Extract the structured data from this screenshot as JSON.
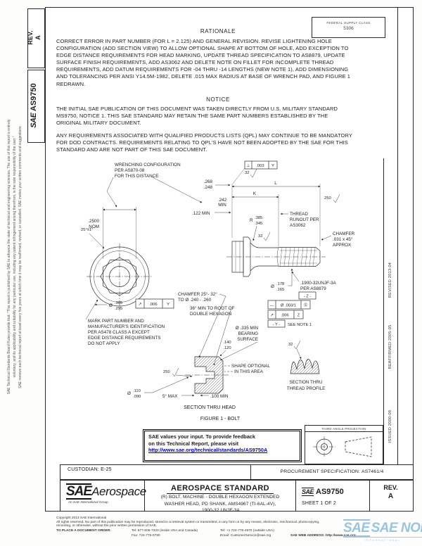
{
  "fsc": {
    "label": "FEDERAL SUPPLY CLASS",
    "value": "5306"
  },
  "margins": {
    "left_line1": "SAE Technical Standards Board Rules provide that: \"This report is published by SAE to advance the state of technical and engineering sciences. The use of this report is entirely",
    "left_line2": "voluntary, and its applicability and suitability for any particular use, including any patent infringement arising therefrom, is the sole responsibility of the user.\"",
    "left_line3": "SAE reviews each technical report at least every five years at which time it may be reaffirmed, revised, or cancelled. SAE invites your written comments and suggestions.",
    "rev_label": "REV.",
    "rev_value": "A",
    "sae": "SAE",
    "doc": "AS9750",
    "revised": "REVISED 2013-04",
    "reaffirmed": "REAFFIRMED 2005-05",
    "issued": "ISSUED 2000-08"
  },
  "rationale": {
    "heading": "RATIONALE",
    "body": "CORRECT ERROR IN PART NUMBER (FOR L = 2.125) AND GENERAL REVISION.  REVISE LIGHTENING HOLE CONFIGURATION (ADD SECTION VIEW) TO ALLOW OPTIONAL SHAPE AT BOTTOM OF HOLE, ADD EXCEPTION TO EDGE DISTANCE REQUIREMENTS FOR HEAD MARKING, UPDATE THREAD SPECIFICATION TO AS8879, UPDATE SURFACE FINISH REQUIREMENTS, ADD AS3062 AND DELETE NOTE ON FILLET FOR INCOMPLETE THREAD REQUIREMENTS, ADD DATUM REQUIREMENTS FOR -04 THRU -14 LENGTHS (NEW NOTE 1), ADD DIMENSIONING AND TOLERANCING PER ANSI Y14.5M-1982, DELETE .015 MAX RADIUS AT BASE OF WRENCH PAD, AND FIGURE 1 REDRAWN."
  },
  "notice": {
    "heading": "NOTICE",
    "para1": "THE INITIAL SAE PUBLICATION OF THIS DOCUMENT WAS TAKEN DIRECTLY FROM U.S. MILITARY STANDARD MS9750, NOTICE 1.  THIS SAE STANDARD MAY RETAIN THE SAME PART NUMBERS ESTABLISHED BY THE ORIGINAL MILITARY DOCUMENT.",
    "para2": "ANY REQUIREMENTS ASSOCIATED WITH QUALIFIED PRODUCTS LISTS (QPL) MAY CONTINUE TO BE MANDATORY FOR DOD CONTRACTS.  REQUIREMENTS RELATING TO QPL'S HAVE NOT BEEN ADOPTED BY THE SAE FOR THIS STANDARD AND ARE NOT PART OF THIS SAE DOCUMENT."
  },
  "figure": {
    "labels": {
      "wrench1": "WRENCHING CONFIGURATION",
      "wrench2": "PER AS870-08",
      "wrench3": "FOR THIS DISTANCE",
      "d2500_top": ".2500",
      "d2500_bot": "NOM",
      "angle25": "25°±1°",
      "dia305_pre": "Ø",
      "dia305_top": ".305",
      "dia305_bot": ".295",
      "mark1": "MARK PART NUMBER AND",
      "mark2": "MANUFACTURER'S IDENTIFICATION",
      "mark3": "PER AS478 CLASS A EXCEPT",
      "mark4": "EDGE DISTANCE REQUIREMENTS",
      "mark5": "DO NOT APPLY",
      "fin32": "32",
      "fin250": "250",
      "fcf_perp_sym": "⊥",
      "fcf_perp_val": ".003",
      "fcf_perp_datum": "Y",
      "fcf_ro1_sym": "↗",
      "fcf_ro1_val": ".006",
      "fcf_ro1_datum": "Y",
      "fcf_str_sym": "—",
      "fcf_str_val": "Ø .003/1",
      "fcf_str_mod": "Ⓢ",
      "fcf_ro2_sym": "↗",
      "fcf_ro2_val": ".006",
      "fcf_ro2_datum": "Z",
      "datum_y": "- Y -",
      "see_note": "SEE NOTE 1",
      "datum_z": "- Z -",
      "d268_top": ".268",
      "d268_bot": ".248",
      "d242_top": ".242",
      "d242_bot": "MIN",
      "d122": ".122 MIN",
      "dimL": "L",
      "dimK": "K",
      "runout1": "THREAD",
      "runout2": "RUNOUT PER",
      "runout3": "AS3062",
      "cham1": "CHAMFER",
      "cham2": ".031 x 45°",
      "cham3": "APPROX",
      "rrad_pre": "R",
      "rrad_top": ".385",
      "rrad_bot": ".345",
      "d178_pre": "Ø",
      "d178_top": ".178",
      "d178_bot": ".165",
      "tspec1": ".1900-32UNJF-3A",
      "tspec2": "PER AS8879",
      "cham25_1": "CHAMFER 25°- 32°",
      "cham25_2": "TO Ø .240 - .260",
      "hex36_1": "36° MIN TO ROOT OF",
      "hex36_2": "DOUBLE HEXAGON",
      "bear1": "Ø .335 MIN",
      "bear2": "BEARING",
      "bear3": "SURFACE",
      "d140_top": ".140",
      "d140_bot": ".120",
      "shape1": "SHAPE OPTIONAL",
      "shape2": "IN THIS AREA",
      "d110_pre": "Ø",
      "d110_top": ".110",
      "d110_bot": ".090",
      "a5max": "5° MAX",
      "d100": ".100 MIN",
      "sec_head": "SECTION THRU HEAD",
      "secthr1": "SECTION THRU",
      "secthr2": "THREAD PROFILE",
      "fig_caption": "FIGURE 1 - BOLT"
    }
  },
  "feedback": {
    "line1": "SAE values your input. To provide feedback",
    "line2": "on this Technical Report, please visit",
    "url": "http://www.sae.org/technical/standards/AS9750A"
  },
  "projection": {
    "label": "THIRD ANGLE PROJECTION"
  },
  "custodian": {
    "label": "CUSTODIAN: E-25"
  },
  "procurement": {
    "label": "PROCUREMENT SPECIFICATION: AS7461/4"
  },
  "title_block": {
    "brand": "SAE",
    "brand2": "Aerospace",
    "tagline": "An SAE International Group",
    "header": "AEROSPACE STANDARD",
    "title1": "(R) BOLT, MACHINE - DOUBLE HEXAGON EXTENDED",
    "title2": "WASHER HEAD, PD SHANK, AMS4967 (TI-6AL-4V),",
    "title3": ".1900-32 UNJF-3A",
    "brand_small": "SAE",
    "doc": "AS9750",
    "sheet": "SHEET 1 OF 2",
    "rev_label": "REV.",
    "rev_value": "A"
  },
  "footer": {
    "copyright": "Copyright 2013 SAE International",
    "rights1": "All rights reserved. No part of this publication may be reproduced, stored in a retrieval system or transmitted, in any form or by any means, electronic, mechanical, photocopying,",
    "rights2": "recording, or otherwise, without the prior written permission of SAE.",
    "order": "TO PLACE A DOCUMENT ORDER:",
    "tel1": "Tel: 877-606-7323 (inside USA and Canada)",
    "tel2": "Tel: +1 724-776-4970 (outside USA)",
    "fax": "Fax: 724-776-0790",
    "email": "Email: CustomerService@sae.org",
    "web": "SAE WEB ADDRESS: http://www.sae.org"
  },
  "watermark": {
    "logo": "SAE",
    "text": "SAE NORM",
    "sub": "INTERNATIONAL"
  }
}
